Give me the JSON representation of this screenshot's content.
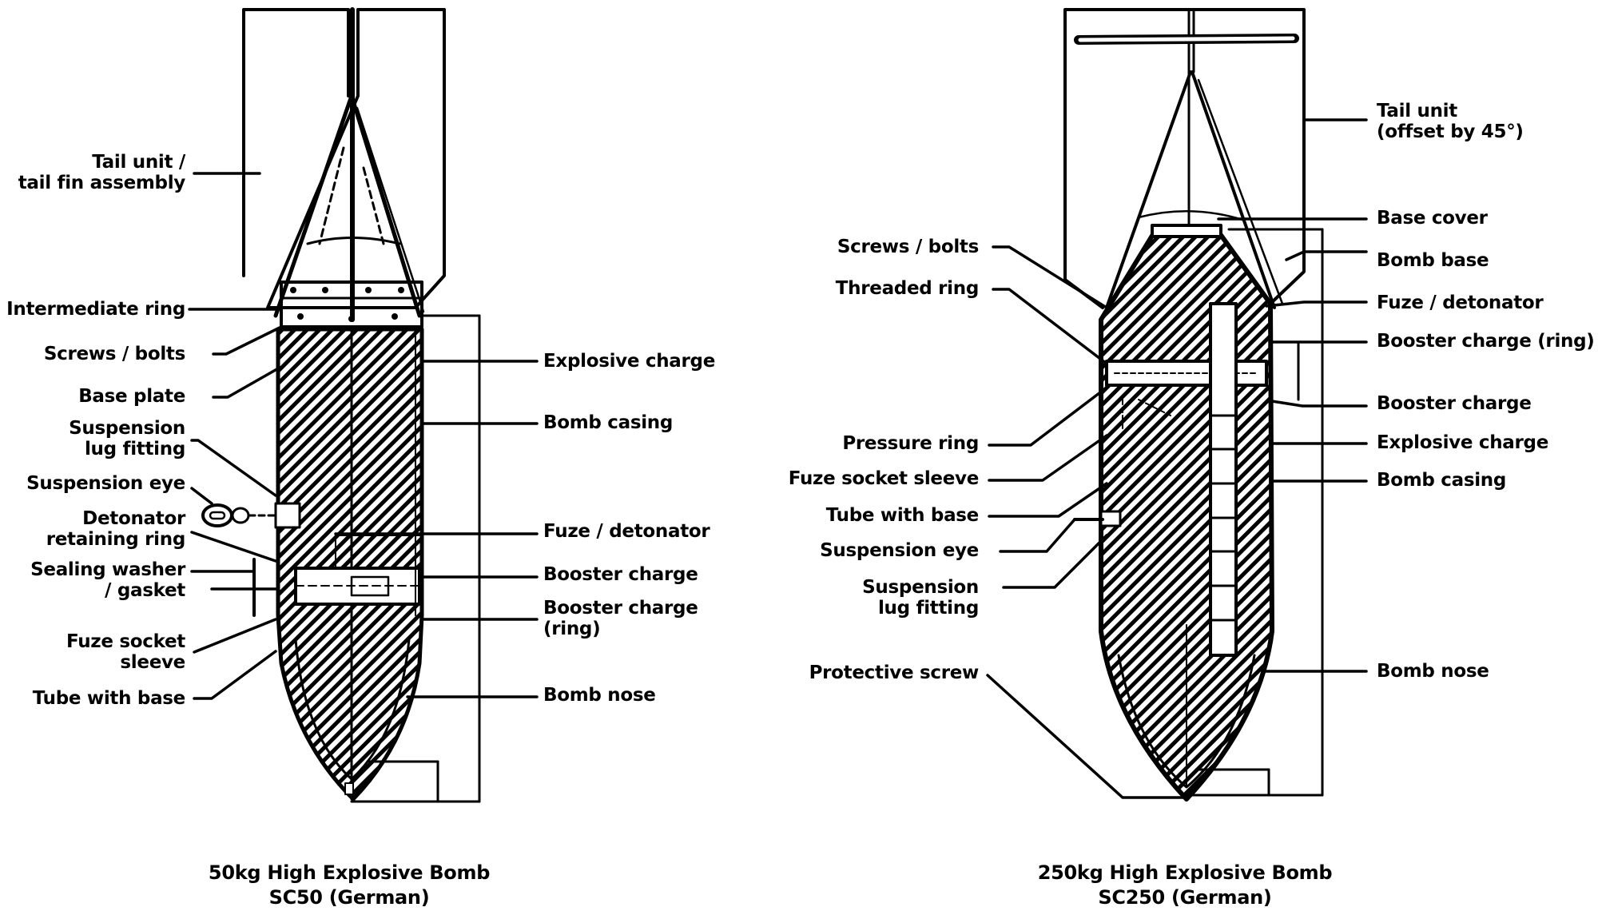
{
  "colors": {
    "ink": "#000000",
    "paper": "#ffffff"
  },
  "bombs": [
    {
      "id": "sc50",
      "caption": {
        "line1": "50kg High Explosive Bomb",
        "line2": "SC50 (German)"
      },
      "labels_left": [
        "Tail unit /\ntail fin assembly",
        "Intermediate ring",
        "Screws / bolts",
        "Base plate",
        "Suspension\nlug fitting",
        "Suspension eye",
        "Detonator\nretaining ring",
        "Sealing washer\n/ gasket",
        "Fuze socket\nsleeve",
        "Tube with base"
      ],
      "labels_right": [
        "Explosive charge",
        "Bomb casing",
        "Fuze / detonator",
        "Booster charge",
        "Booster charge\n(ring)",
        "Bomb nose"
      ]
    },
    {
      "id": "sc250",
      "caption": {
        "line1": "250kg High Explosive Bomb",
        "line2": "SC250 (German)"
      },
      "labels_left": [
        "Screws / bolts",
        "Threaded ring",
        "Pressure ring",
        "Fuze socket sleeve",
        "Tube with base",
        "Suspension eye",
        "Suspension\nlug fitting",
        "Protective screw"
      ],
      "labels_right": [
        "Tail unit\n(offset by 45°)",
        "Base cover",
        "Bomb base",
        "Fuze / detonator",
        "Booster charge (ring)",
        "Booster charge",
        "Explosive charge",
        "Bomb casing",
        "Bomb nose"
      ]
    }
  ]
}
